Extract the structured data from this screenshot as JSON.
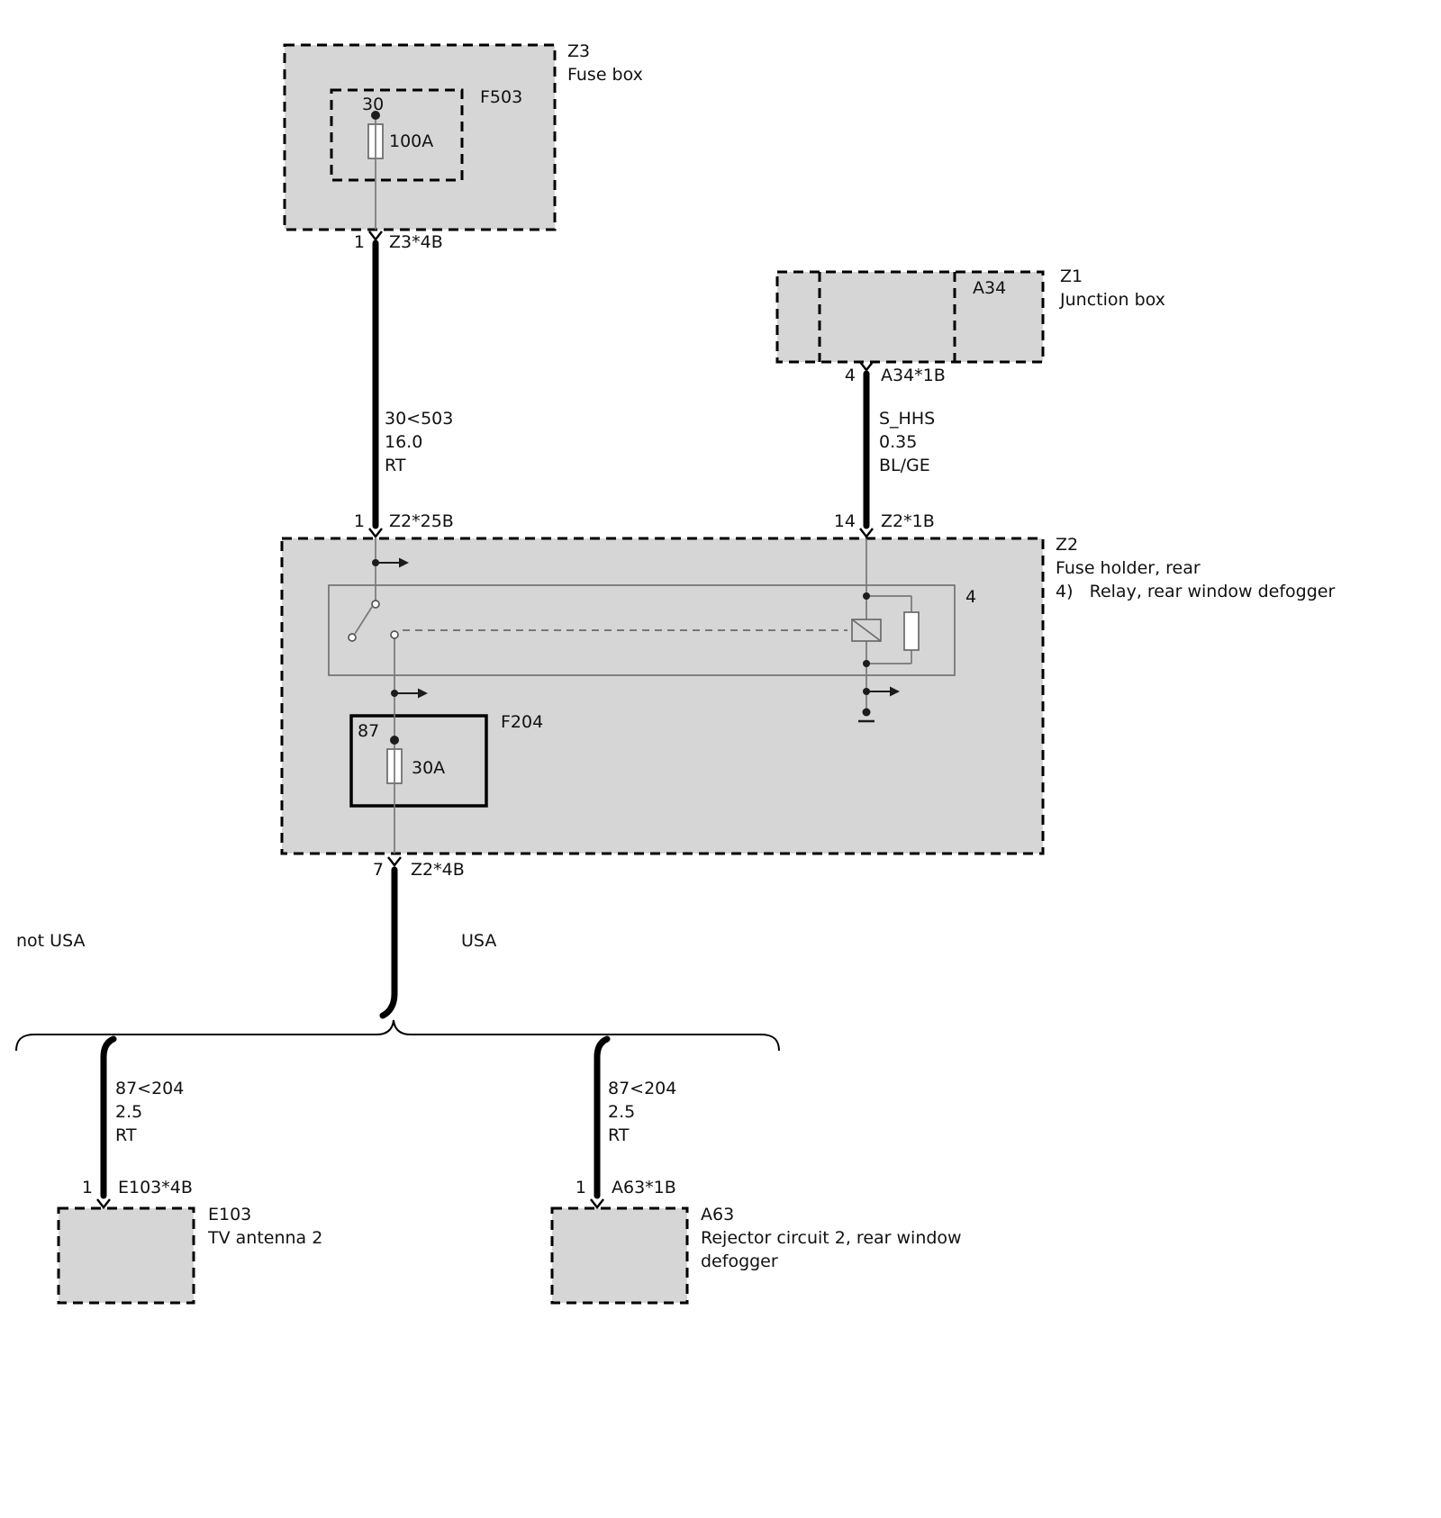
{
  "colors": {
    "background": "#ffffff",
    "box_fill": "#d6d6d6",
    "box_border": "#000000",
    "thin_wire": "#787878",
    "thick_wire": "#000000",
    "text": "#111111"
  },
  "symbols": {
    "connector": "chevron-down",
    "direction_arrow": "dot-right-arrow",
    "ground": "dot-with-bar",
    "fuse": "rect-with-through-line",
    "relay_coil": "rect-with-diagonal"
  },
  "components": {
    "z3": {
      "id": "Z3",
      "name": "Fuse box"
    },
    "f503": {
      "label": "F503",
      "terminal": "30",
      "rating": "100A"
    },
    "z1": {
      "id": "Z1",
      "name": "Junction box",
      "module": "A34"
    },
    "z2": {
      "id": "Z2",
      "name": "Fuse holder, rear",
      "note": "4)   Relay, rear window defogger",
      "relay_id": "4"
    },
    "f204": {
      "label": "F204",
      "terminal": "87",
      "rating": "30A"
    },
    "e103": {
      "id": "E103",
      "name": "TV antenna 2"
    },
    "a63": {
      "id": "A63",
      "name": "Rejector circuit 2, rear window defogger"
    }
  },
  "pins": {
    "z3_out": {
      "pin": "1",
      "connector": "Z3*4B"
    },
    "z1_out": {
      "pin": "4",
      "connector": "A34*1B"
    },
    "z2_in_left": {
      "pin": "1",
      "connector": "Z2*25B"
    },
    "z2_in_right": {
      "pin": "14",
      "connector": "Z2*1B"
    },
    "z2_out": {
      "pin": "7",
      "connector": "Z2*4B"
    },
    "e103_in": {
      "pin": "1",
      "connector": "E103*4B"
    },
    "a63_in": {
      "pin": "1",
      "connector": "A63*1B"
    }
  },
  "wires": {
    "z3_to_z2": "30<503\n16.0\nRT",
    "z1_to_z2": "S_HHS\n0.35\nBL/GE",
    "to_e103": "87<204\n2.5\nRT",
    "to_a63": "87<204\n2.5\nRT"
  },
  "variants": {
    "left_label": "not USA",
    "right_label": "USA"
  }
}
